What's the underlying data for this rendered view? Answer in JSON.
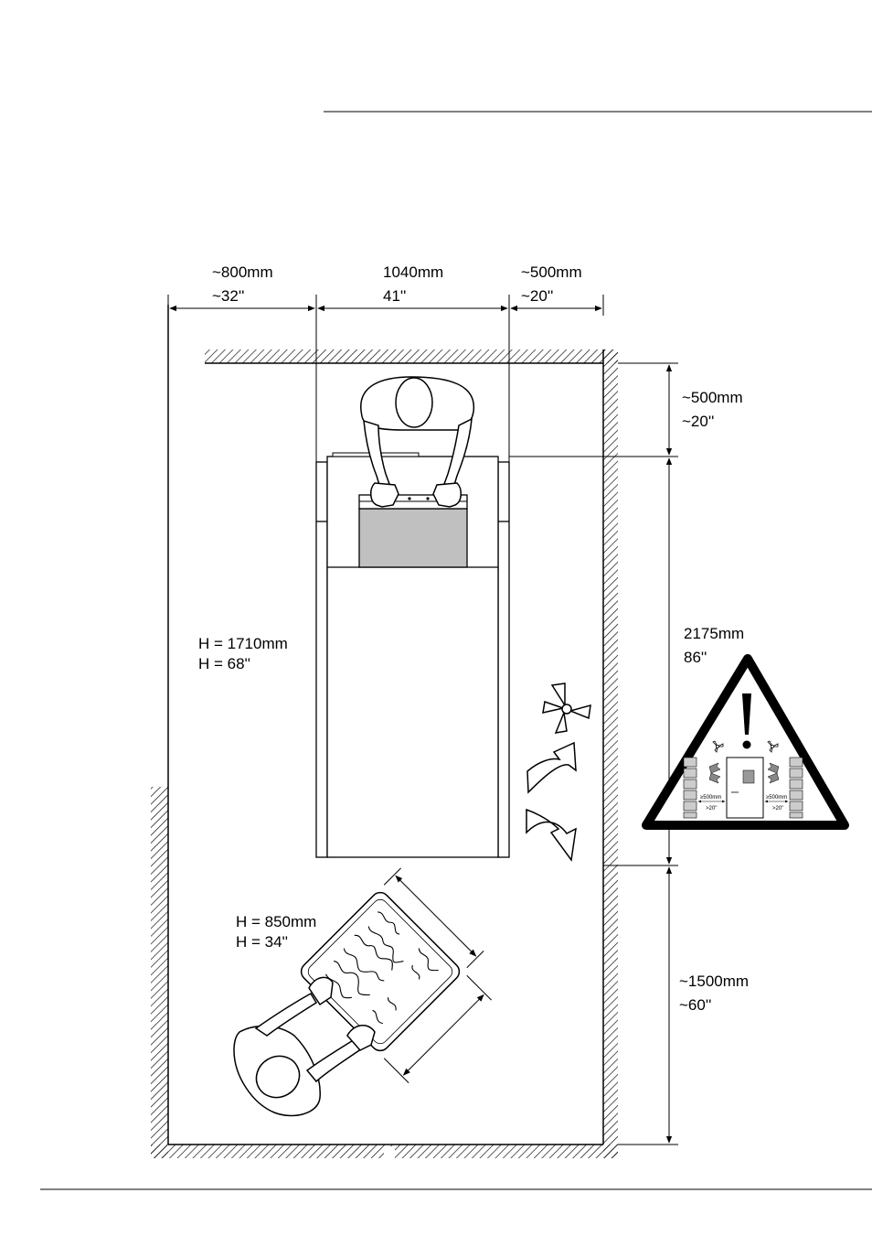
{
  "dimensions": {
    "left_clearance": {
      "mm": "~800mm",
      "in": "~32''"
    },
    "module_width": {
      "mm": "1040mm",
      "in": "41''"
    },
    "right_clearance": {
      "mm": "~500mm",
      "in": "~20''"
    },
    "back_clearance": {
      "mm": "~500mm",
      "in": "~20''"
    },
    "module_depth": {
      "mm": "2175mm",
      "in": "86''"
    },
    "front_clearance": {
      "mm": "~1500mm",
      "in": "~60''"
    }
  },
  "heights": {
    "module": {
      "mm": "H = 1710mm",
      "in": "H = 68''"
    },
    "tray": {
      "mm": "H = 850mm",
      "in": "H = 34''"
    }
  },
  "warning_sign": {
    "left_gap": {
      "mm": "≥500mm",
      "in": ">20''"
    },
    "right_gap": {
      "mm": "≥500mm",
      "in": ">20''"
    }
  },
  "colors": {
    "line": "#000000",
    "panel_grey": "#c0c0c0",
    "paper": "#ffffff"
  }
}
